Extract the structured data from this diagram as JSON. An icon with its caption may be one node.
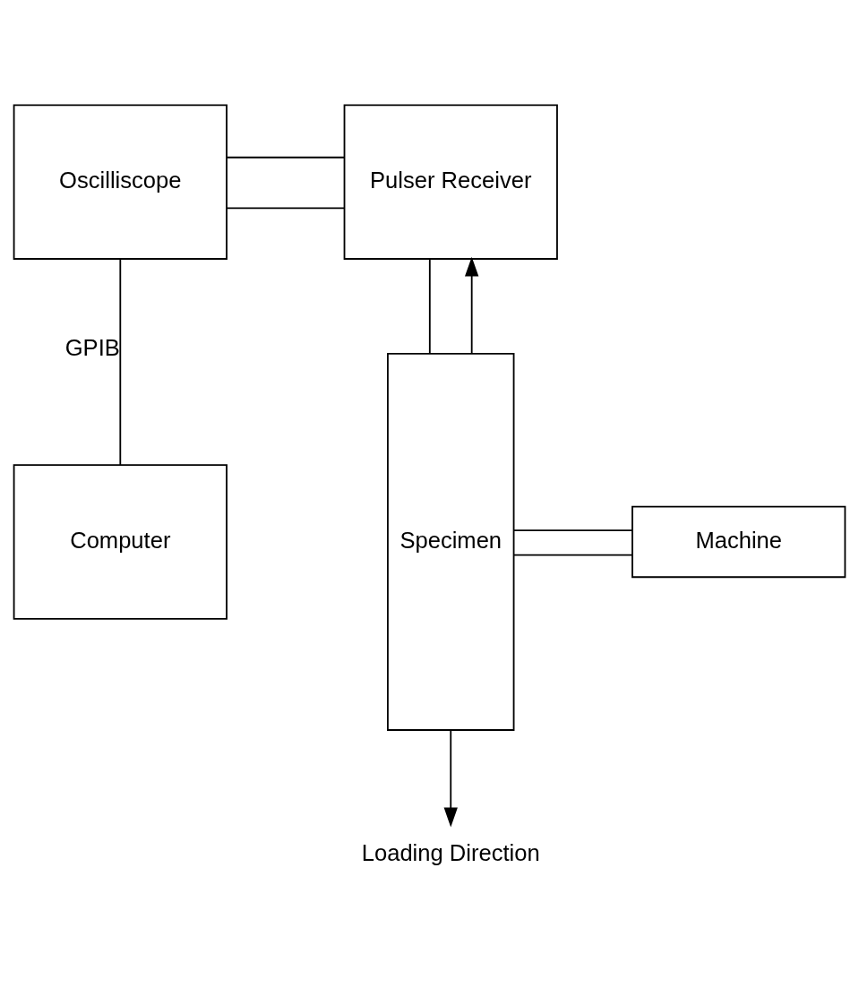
{
  "diagram": {
    "nodes": [
      {
        "text": [
          "Oscilliscope"
        ]
      },
      {
        "text": [
          "Pulser Receiver"
        ]
      },
      {
        "text": [
          "Computer"
        ]
      },
      {
        "text": [
          "Specimen"
        ]
      },
      {
        "text": [
          "Machine"
        ]
      },
      {
        "text": [
          "Loading Direction"
        ]
      }
    ],
    "edges": [
      {
        "from": 0,
        "to": 1,
        "arrow": "none"
      },
      {
        "from": 0,
        "to": 1,
        "arrow": "none"
      },
      {
        "from": 0,
        "to": 2,
        "arrow": "none",
        "label": "GPIB"
      },
      {
        "from": 1,
        "to": 3,
        "arrow": "none"
      },
      {
        "from": 3,
        "to": 1,
        "arrow": "to"
      },
      {
        "from": 3,
        "to": 4,
        "arrow": "none"
      },
      {
        "from": 3,
        "to": 4,
        "arrow": "none"
      },
      {
        "from": 3,
        "to": 5,
        "arrow": "to"
      }
    ]
  }
}
